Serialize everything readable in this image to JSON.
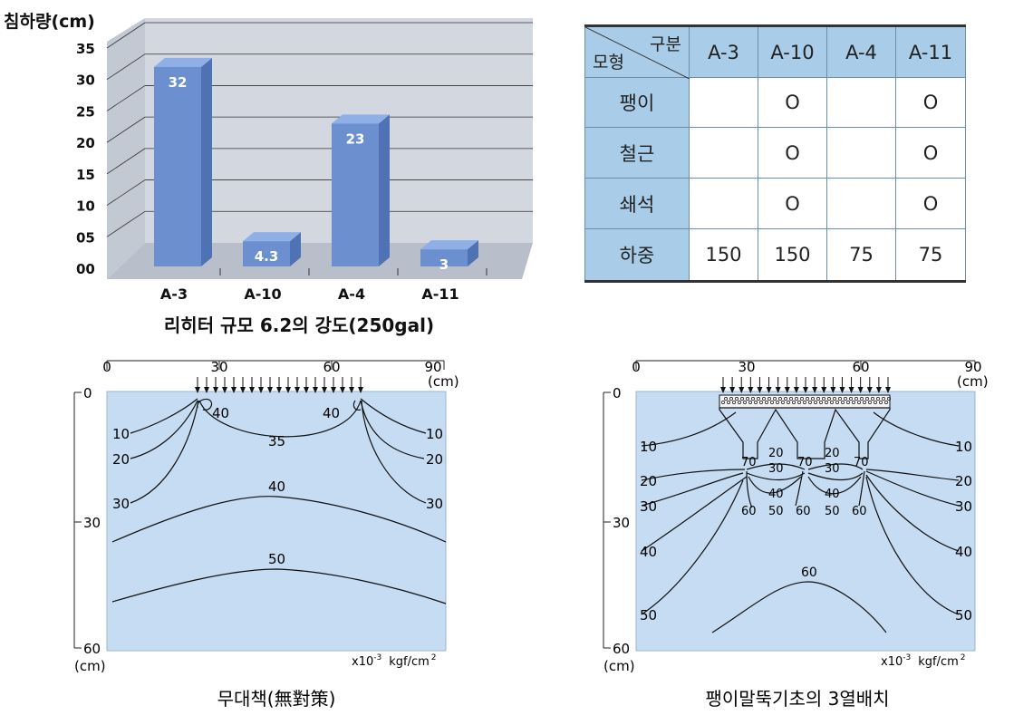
{
  "chart_data": [
    {
      "type": "bar",
      "ylabel": "침하량(cm)",
      "title": "리히터 규모 6.2의 강도(250gal)",
      "categories": [
        "A-3",
        "A-10",
        "A-4",
        "A-11"
      ],
      "values": [
        32,
        4.3,
        23,
        3
      ],
      "value_labels": [
        "32",
        "4.3",
        "23",
        "3"
      ],
      "ylim": [
        0,
        35
      ],
      "yticks": [
        0,
        5,
        10,
        15,
        20,
        25,
        30,
        35
      ],
      "ytick_labels": [
        "00",
        "05",
        "10",
        "15",
        "20",
        "25",
        "30",
        "35"
      ],
      "grid": true,
      "colors": {
        "bar_front": "#6b8fcf",
        "bar_top": "#8fb0e6",
        "bar_side": "#4f72b5",
        "wall": "#cfd5de",
        "floor": "#b7bfca"
      }
    },
    {
      "type": "table",
      "corner_top": "구분",
      "corner_bottom": "모형",
      "columns": [
        "A-3",
        "A-10",
        "A-4",
        "A-11"
      ],
      "rows": [
        {
          "label": "팽이",
          "cells": [
            "",
            "O",
            "",
            "O"
          ]
        },
        {
          "label": "철근",
          "cells": [
            "",
            "O",
            "",
            "O"
          ]
        },
        {
          "label": "쇄석",
          "cells": [
            "",
            "O",
            "",
            "O"
          ]
        },
        {
          "label": "하중",
          "cells": [
            "150",
            "150",
            "75",
            "75"
          ]
        }
      ],
      "header_color": "#a9cde8"
    },
    {
      "type": "contour",
      "title": "무대책(無對策)",
      "x_ticks": [
        "0",
        "30",
        "60",
        "90"
      ],
      "x_unit": "(cm)",
      "y_ticks": [
        "0",
        "30",
        "60"
      ],
      "y_unit": "(cm)",
      "stress_unit": "x10",
      "stress_unit_exp": "-3",
      "stress_unit_tail": "kgf/cm",
      "stress_unit_tail_exp": "2",
      "contour_labels": [
        "10",
        "20",
        "30",
        "40",
        "40",
        "35",
        "40",
        "50",
        "10",
        "20",
        "30"
      ],
      "fill": "#c5dcf2"
    },
    {
      "type": "contour",
      "title": "팽이말뚝기초의 3열배치",
      "x_ticks": [
        "0",
        "30",
        "60",
        "90"
      ],
      "x_unit": "(cm)",
      "y_ticks": [
        "0",
        "30",
        "60"
      ],
      "y_unit": "(cm)",
      "stress_unit": "x10",
      "stress_unit_exp": "-3",
      "stress_unit_tail": "kgf/cm",
      "stress_unit_tail_exp": "2",
      "contour_labels": [
        "10",
        "20",
        "30",
        "40",
        "50",
        "70",
        "70",
        "70",
        "20",
        "30",
        "40",
        "20",
        "30",
        "40",
        "60",
        "50",
        "60",
        "50",
        "60",
        "60",
        "10",
        "20",
        "30",
        "40",
        "50"
      ],
      "fill": "#c5dcf2"
    }
  ]
}
